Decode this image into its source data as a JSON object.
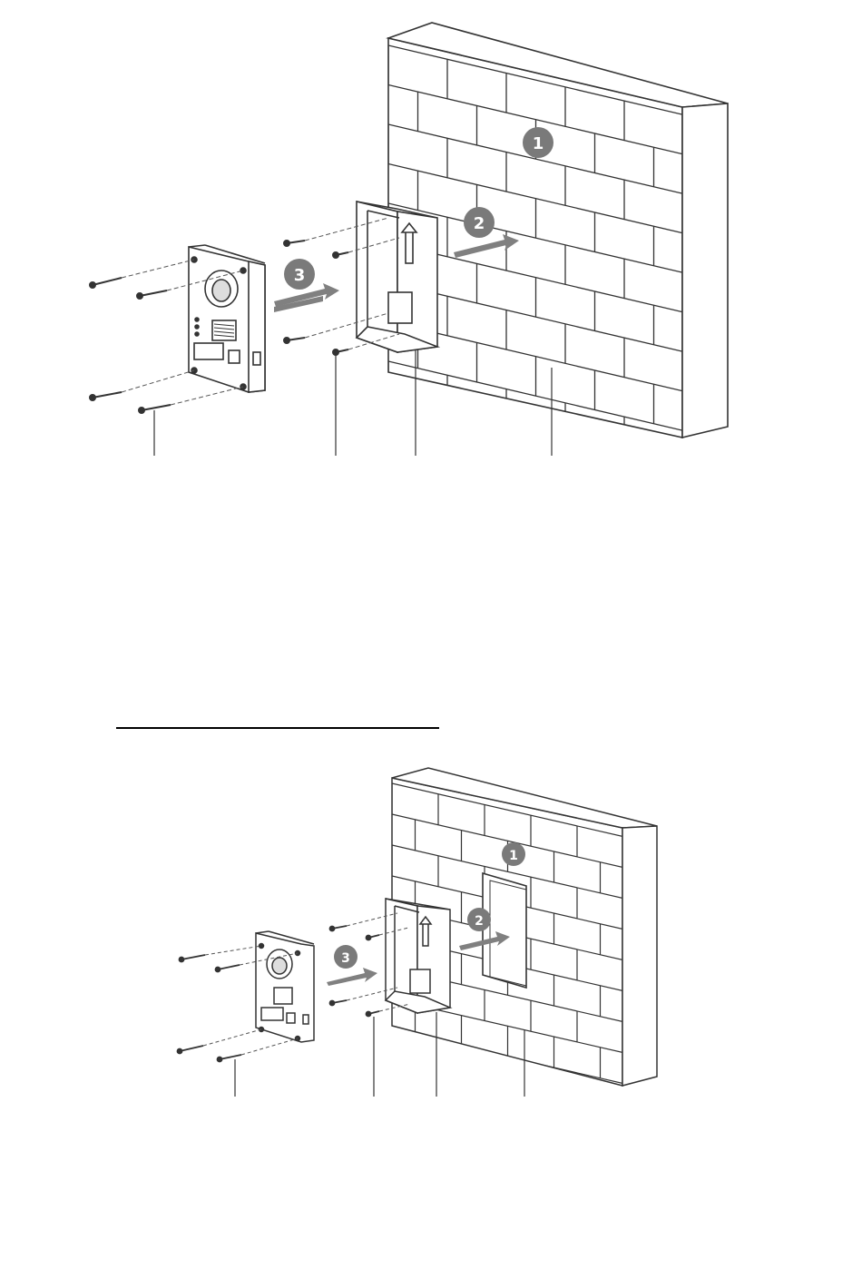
{
  "figures": [
    {
      "id": "surface-mounting",
      "steps": [
        "1",
        "2",
        "3"
      ]
    },
    {
      "id": "flush-mounting",
      "steps": [
        "1",
        "2",
        "3"
      ]
    }
  ],
  "colors": {
    "line": "#333333",
    "badge": "#7a7a7a",
    "arrow": "#808080",
    "background": "#ffffff"
  },
  "icons": [
    "brick-wall-icon",
    "back-box-icon",
    "door-station-icon",
    "screw-icon",
    "direction-arrow-icon"
  ]
}
